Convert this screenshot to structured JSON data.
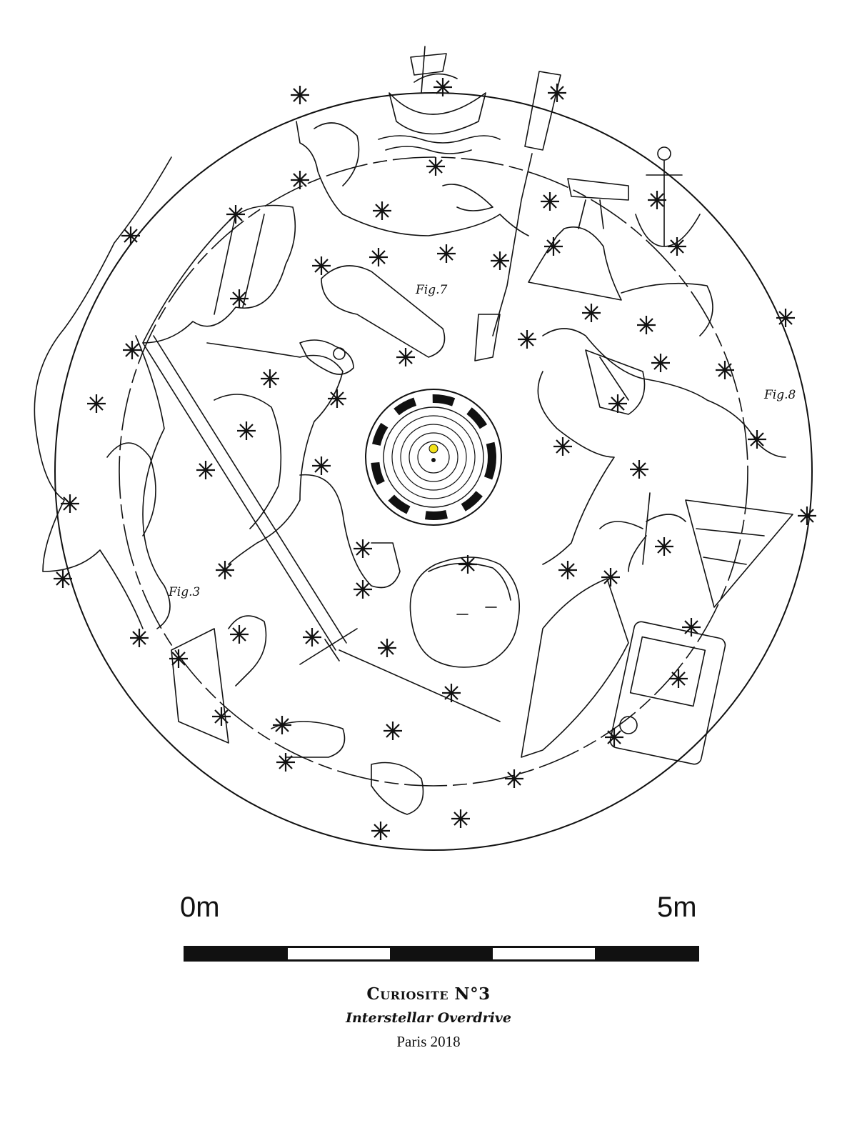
{
  "figures": {
    "fig7": "Fig.7",
    "fig8": "Fig.8",
    "fig3": "Fig.3"
  },
  "scale": {
    "start_label": "0m",
    "end_label": "5m",
    "segments": [
      "dark",
      "light",
      "dark",
      "light",
      "dark"
    ]
  },
  "caption": {
    "title": "Curiosite N°3",
    "subtitle": "Interstellar Overdrive",
    "place_date": "Paris 2018"
  },
  "colors": {
    "ink": "#111111",
    "background": "#ffffff",
    "center_marker": "#f2e21a"
  },
  "icons": [
    "ship-icon",
    "mermaid-icon",
    "telescope-icon",
    "bell-icon",
    "anchor-icon",
    "bat-wing-icon",
    "dragon-icon",
    "horse-icon",
    "ram-icon",
    "bull-icon",
    "sextant-icon",
    "pipe-icon",
    "sword-icon",
    "boy-face-icon",
    "palm-tree-icon",
    "game-console-icon",
    "hand-icon",
    "star-icon"
  ]
}
